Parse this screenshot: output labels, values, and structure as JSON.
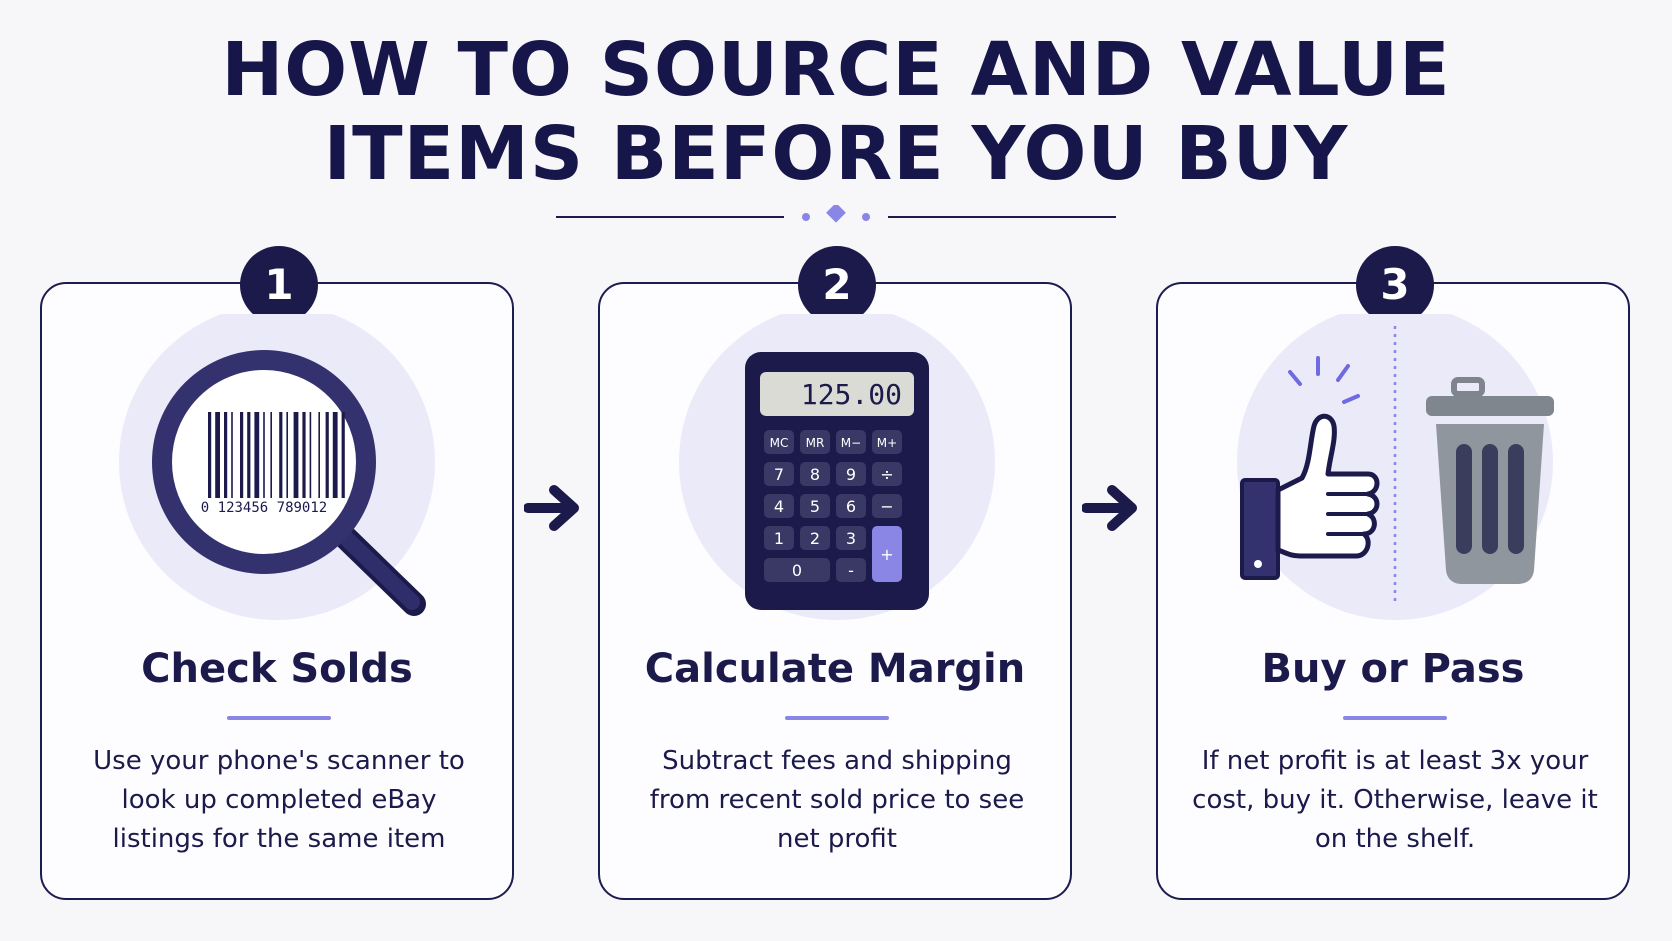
{
  "title": {
    "line1": "HOW TO SOURCE AND VALUE",
    "line2": "ITEMS BEFORE YOU BUY"
  },
  "colors": {
    "navy": "#1b1a4b",
    "accent": "#8a86e6",
    "circle_bg": "#ebeaf8",
    "trash_gray": "#8f959c"
  },
  "steps": [
    {
      "number": "1",
      "icon": "magnifier-barcode-icon",
      "barcode_digits": "0 123456 789012",
      "title": "Check Solds",
      "description": "Use your phone's scanner to look up completed eBay listings for the same item"
    },
    {
      "number": "2",
      "icon": "calculator-icon",
      "display": "125.00",
      "keys": [
        "MC",
        "MR",
        "M−",
        "M+",
        "7",
        "8",
        "9",
        "÷",
        "4",
        "5",
        "6",
        "−",
        "1",
        "2",
        "3",
        "+",
        "0",
        "-"
      ],
      "title": "Calculate Margin",
      "description": "Subtract fees and shipping from recent sold price to see net profit"
    },
    {
      "number": "3",
      "icon": "thumbs-up-and-trash-icon",
      "title": "Buy or Pass",
      "description": "If net profit is at least 3x your cost, buy it. Otherwise, leave it on the shelf."
    }
  ]
}
